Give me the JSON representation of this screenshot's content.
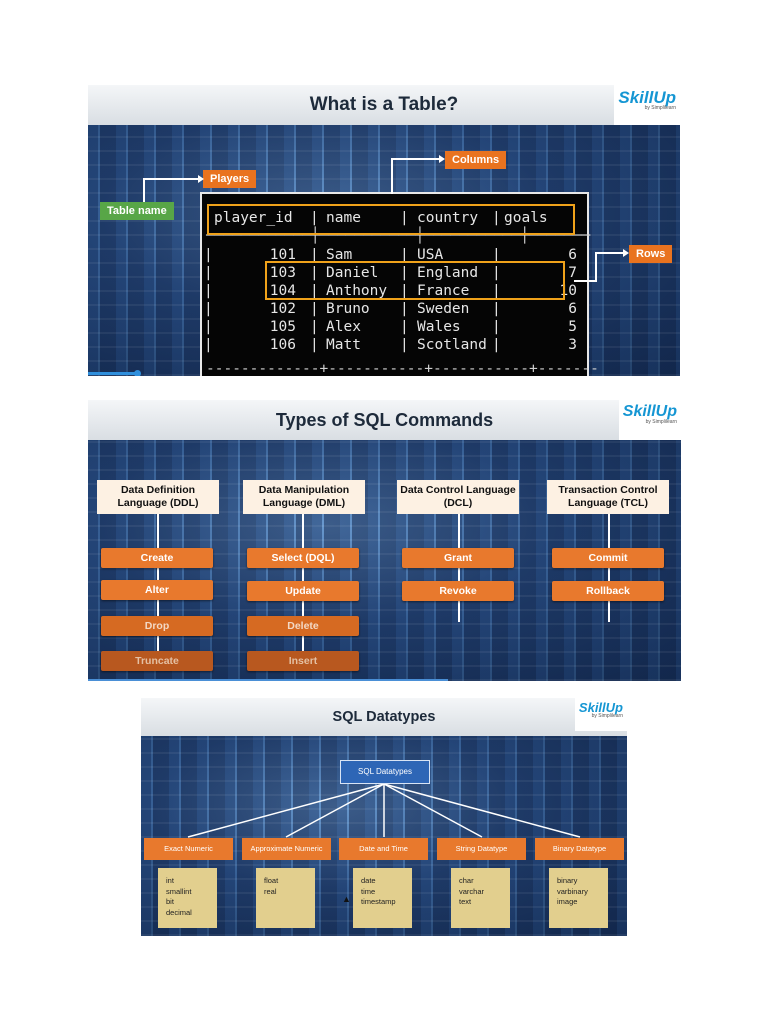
{
  "brand": {
    "name": "SkillUp",
    "sub": "by Simplilearn"
  },
  "slide1": {
    "title": "What is a Table?",
    "labels": {
      "table_name": "Table name",
      "players": "Players",
      "columns": "Columns",
      "rows": "Rows"
    },
    "headers": [
      "player_id",
      "name",
      "country",
      "goals"
    ],
    "rows": [
      [
        "101",
        "Sam",
        "USA",
        "6"
      ],
      [
        "103",
        "Daniel",
        "England",
        "7"
      ],
      [
        "104",
        "Anthony",
        "France",
        "10"
      ],
      [
        "102",
        "Bruno",
        "Sweden",
        "6"
      ],
      [
        "105",
        "Alex",
        "Wales",
        "5"
      ],
      [
        "106",
        "Matt",
        "Scotland",
        "3"
      ]
    ]
  },
  "slide2": {
    "title": "Types of SQL Commands",
    "categories": [
      {
        "name": "Data Definition Language (DDL)",
        "commands": [
          "Create",
          "Alter",
          "Drop",
          "Truncate"
        ]
      },
      {
        "name": "Data Manipulation Language (DML)",
        "commands": [
          "Select (DQL)",
          "Update",
          "Delete",
          "Insert"
        ]
      },
      {
        "name": "Data Control Language (DCL)",
        "commands": [
          "Grant",
          "Revoke"
        ]
      },
      {
        "name": "Transaction Control Language (TCL)",
        "commands": [
          "Commit",
          "Rollback"
        ]
      }
    ]
  },
  "slide3": {
    "title": "SQL Datatypes",
    "root": "SQL Datatypes",
    "types": [
      {
        "name": "Exact Numeric",
        "examples": [
          "int",
          "smallint",
          "bit",
          "decimal"
        ]
      },
      {
        "name": "Approximate Numeric",
        "examples": [
          "float",
          "real"
        ]
      },
      {
        "name": "Date and Time",
        "examples": [
          "date",
          "time",
          "timestamp"
        ]
      },
      {
        "name": "String Datatype",
        "examples": [
          "char",
          "varchar",
          "text"
        ]
      },
      {
        "name": "Binary Datatype",
        "examples": [
          "binary",
          "varbinary",
          "image"
        ]
      }
    ]
  }
}
